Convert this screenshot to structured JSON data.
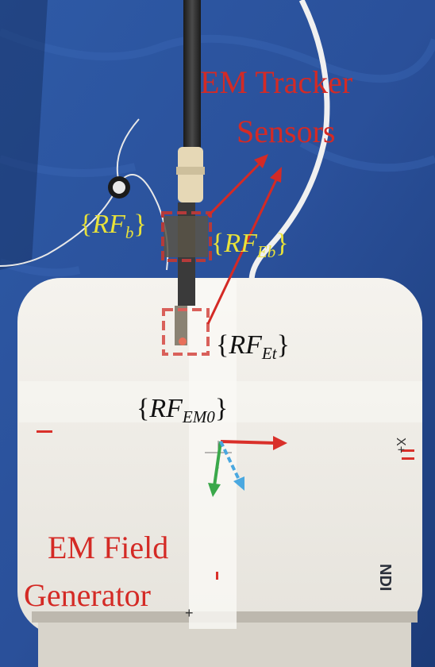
{
  "labels": {
    "tracker_line1": "EM Tracker",
    "tracker_line2": "Sensors",
    "generator_line1": "EM Field",
    "generator_line2": "Generator"
  },
  "frames": {
    "rf_b": {
      "open": "{",
      "base": "RF",
      "sub": "b",
      "close": "}"
    },
    "rf_eb": {
      "open": "{",
      "base": "RF",
      "sub": "Eb",
      "close": "}"
    },
    "rf_et": {
      "open": "{",
      "base": "RF",
      "sub": "Et",
      "close": "}"
    },
    "rf_em0": {
      "open": "{",
      "base": "RF",
      "sub": "EM0",
      "close": "}"
    }
  },
  "device": {
    "brand": "NDI",
    "axis_mark": "X+",
    "plus_mark": "+"
  },
  "colors": {
    "label_red": "#d42a25",
    "frame_yellow": "#e8e23a",
    "axis_red": "#d9302a",
    "axis_green": "#3aa84a",
    "axis_blue": "#4aa8e0",
    "drape_blue": "#2a55a0",
    "generator_white": "#f2f0ea"
  }
}
